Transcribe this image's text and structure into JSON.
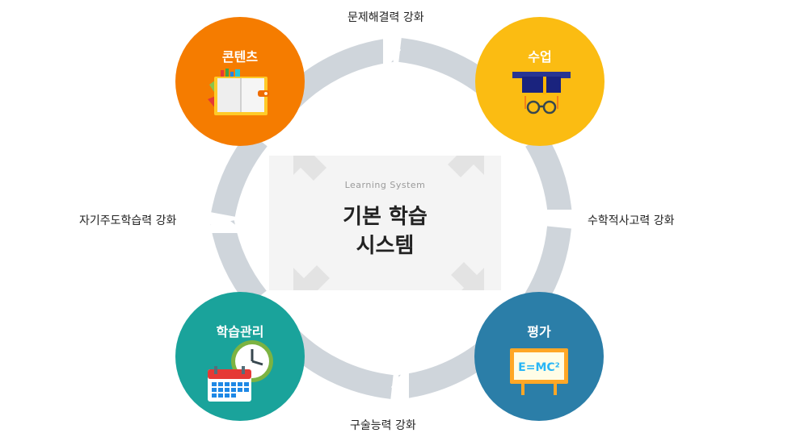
{
  "center": {
    "subtitle": "Learning System",
    "title_line1": "기본 학습",
    "title_line2": "시스템"
  },
  "nodes": {
    "contents": {
      "label": "콘텐츠",
      "color": "#f57c00"
    },
    "class": {
      "label": "수업",
      "color": "#fbbc12"
    },
    "evaluation": {
      "label": "평가",
      "color": "#2b7ea8"
    },
    "management": {
      "label": "학습관리",
      "color": "#1aa39b"
    }
  },
  "edges": {
    "top": "문제해결력 강화",
    "right": "수학적사고력 강화",
    "bottom": "구술능력 강화",
    "left": "자기주도학습력 강화"
  },
  "blackboard_text": "E=MC²",
  "ring_color": "#cfd5db",
  "arrow_color": "#e3e3e3"
}
